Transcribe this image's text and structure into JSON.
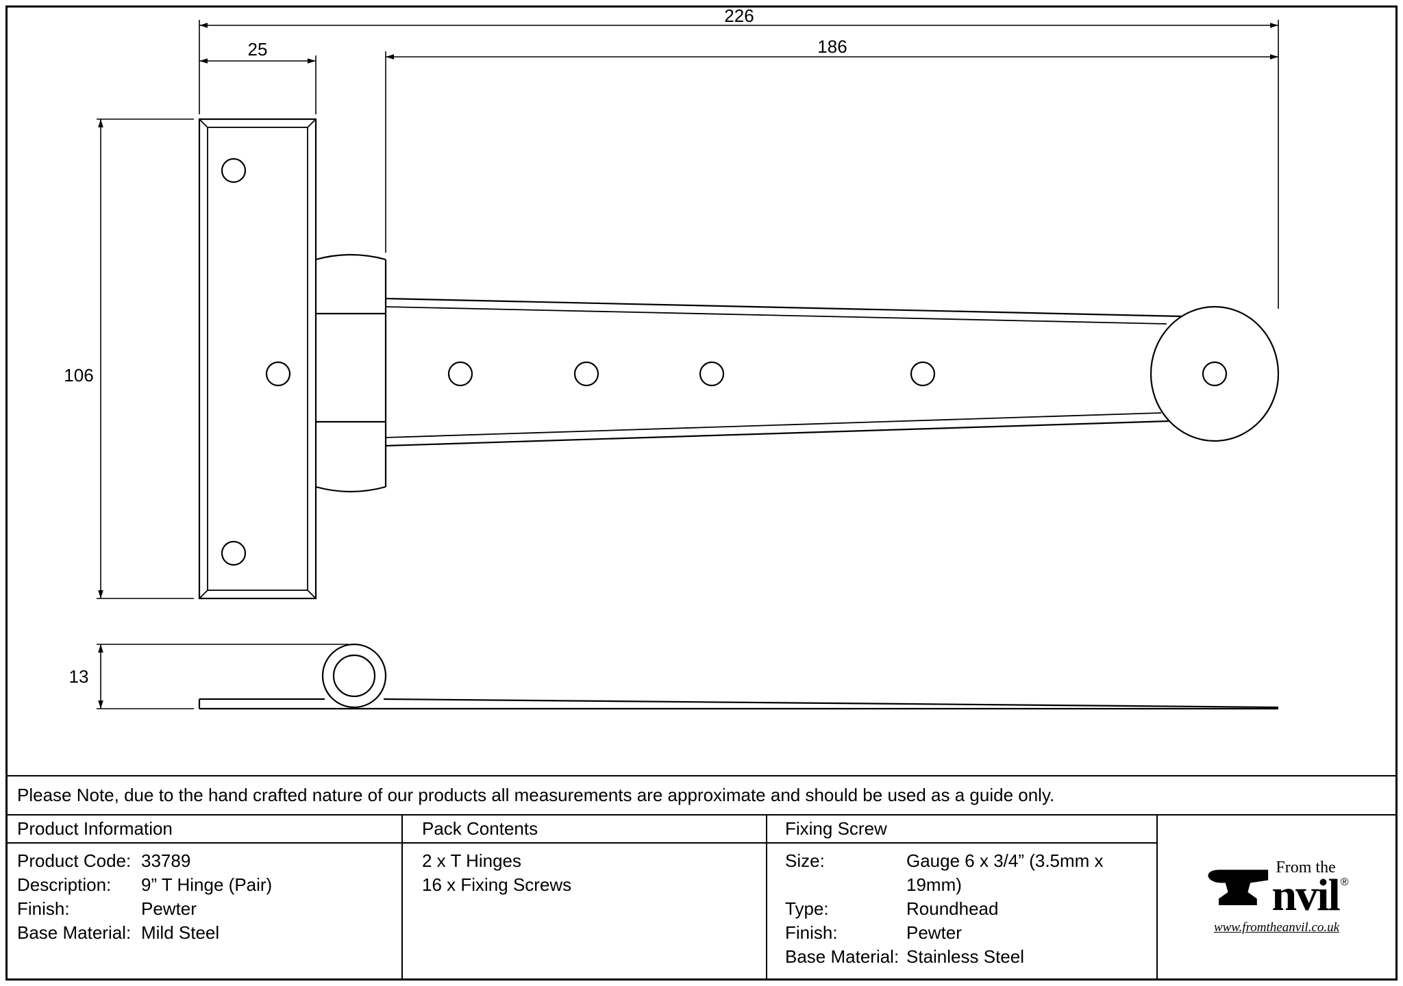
{
  "drawing": {
    "dim_total_length": "226",
    "dim_arm_length": "186",
    "dim_plate_width": "25",
    "dim_plate_height": "106",
    "dim_side_height": "13"
  },
  "note": "Please Note, due to the hand crafted nature of our products all measurements are approximate and should be used as a guide only.",
  "table": {
    "product_information": {
      "header": "Product Information",
      "rows": [
        {
          "label": "Product Code:",
          "value": "33789"
        },
        {
          "label": "Description:",
          "value": "9” T Hinge (Pair)"
        },
        {
          "label": "Finish:",
          "value": "Pewter"
        },
        {
          "label": "Base Material:",
          "value": "Mild Steel"
        }
      ]
    },
    "pack_contents": {
      "header": "Pack Contents",
      "lines": [
        "2 x T Hinges",
        "16 x Fixing Screws"
      ]
    },
    "fixing_screw": {
      "header": "Fixing Screw",
      "rows": [
        {
          "label": "Size:",
          "value": "Gauge 6 x 3/4” (3.5mm x 19mm)"
        },
        {
          "label": "Type:",
          "value": "Roundhead"
        },
        {
          "label": "Finish:",
          "value": "Pewter"
        },
        {
          "label": "Base Material:",
          "value": "Stainless Steel"
        }
      ]
    }
  },
  "logo": {
    "top_text": "From the",
    "brand_rest": "nvil",
    "registered": "®",
    "url": "www.fromtheanvil.co.uk"
  }
}
